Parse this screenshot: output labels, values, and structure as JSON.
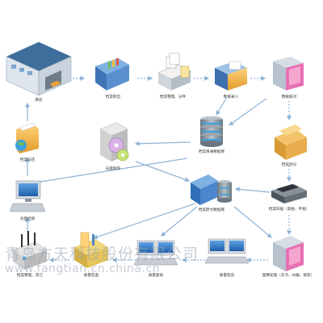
{
  "diagram": {
    "nodes": {
      "warehouse": {
        "label": "库房",
        "icon": "warehouse-icon"
      },
      "retrieve": {
        "label": "档案取出",
        "icon": "file-drawer-icon"
      },
      "sort": {
        "label": "档案整理、分件",
        "icon": "file-stack-icon"
      },
      "entry": {
        "label": "数据录入",
        "icon": "open-folder-icon"
      },
      "data_check": {
        "label": "数据核对",
        "icon": "book-check-icon"
      },
      "catalog_db": {
        "label": "档案目录数据库",
        "icon": "database-icon"
      },
      "disc_make": {
        "label": "光盘制作",
        "icon": "disc-burner-icon"
      },
      "unbind": {
        "label": "档案拆分",
        "icon": "folder-tray-icon"
      },
      "fulltext_db": {
        "label": "档案原文数据库",
        "icon": "folder-database-icon"
      },
      "scan": {
        "label": "档案扫描（高拍、平板）",
        "icon": "scanner-icon"
      },
      "return": {
        "label": "档案归还",
        "icon": "folder-globe-icon"
      },
      "mount": {
        "label": "光盘挂接",
        "icon": "computer-icon"
      },
      "bind": {
        "label": "档案整理、装订",
        "icon": "binding-machine-icon"
      },
      "quality_check": {
        "label": "质量检查",
        "icon": "binder-tools-icon"
      },
      "quality_review": {
        "label": "质量复核",
        "icon": "workstation-icon"
      },
      "qc_inspect": {
        "label": "质量检验",
        "icon": "workstation-icon"
      },
      "image_process": {
        "label": "图像处理（去污、纠偏、裁剪）",
        "icon": "image-pages-icon"
      }
    },
    "colors": {
      "arrow": "#8fb4d6",
      "roof": "#3d6e9c",
      "building": "#e9edf2",
      "cabinet": "#4c82c4",
      "folder": "#e8a23a",
      "db": "#7f8a93",
      "screen": "#2f6fb7"
    }
  },
  "watermark": {
    "company": "青岛方天科技股份有限公司",
    "url": "www.fangtian.cn.china.cn"
  }
}
